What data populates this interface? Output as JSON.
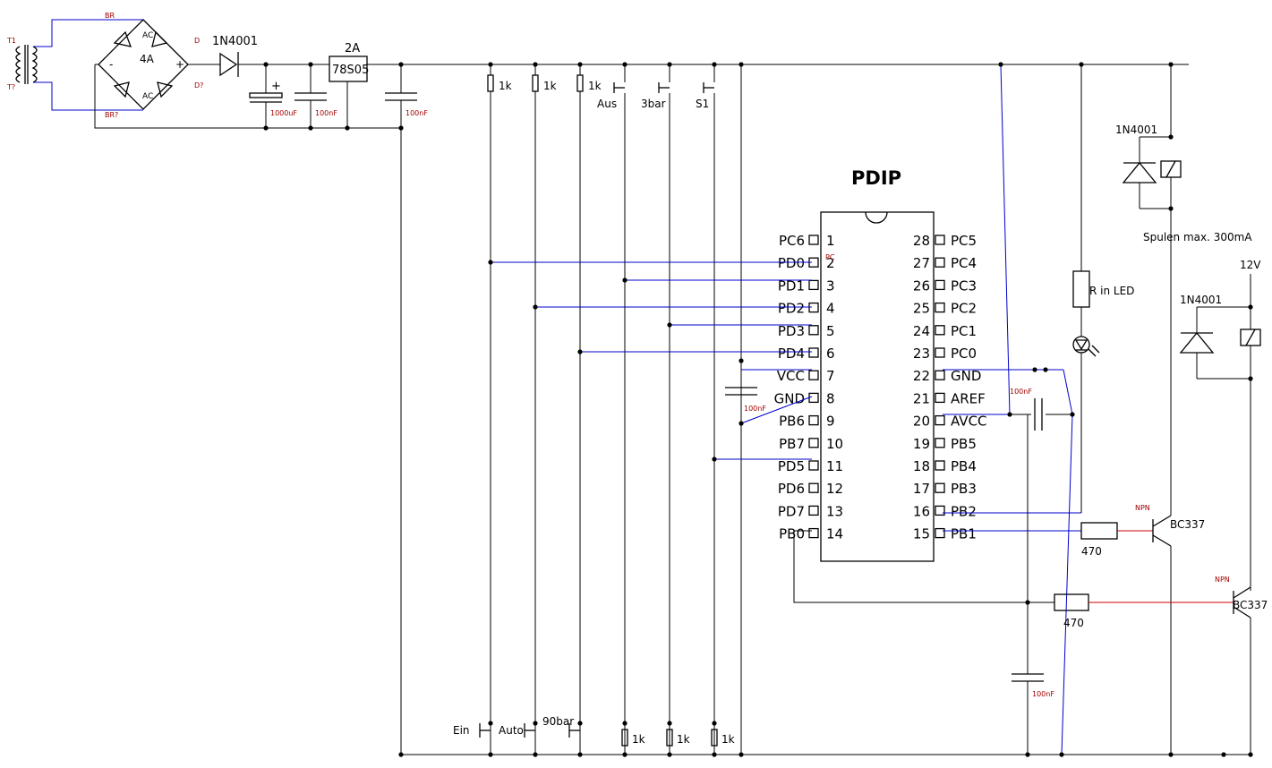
{
  "title": "PDIP",
  "labels": {
    "transformer": "T1",
    "transformer_sec": "T?",
    "bridge_top": "BR",
    "bridge_bottom": "BR?",
    "bridge_current": "4A",
    "ac1": "AC",
    "ac2": "AC",
    "minus": "-",
    "plus": "+",
    "d1": "D",
    "d2": "D?",
    "diode_main": "1N4001",
    "cap_elec_plus": "+",
    "cap_elec": "1000uF",
    "cap1": "100nF",
    "regulator": "78S05",
    "regulator_current": "2A",
    "cap2": "100nF",
    "r_top": [
      "1k",
      "1k",
      "1k"
    ],
    "sw_top": [
      "Aus",
      "3bar",
      "S1"
    ],
    "sw_bottom": [
      "Ein",
      "Auto",
      "90bar"
    ],
    "r_bottom": [
      "1k",
      "1k",
      "1k"
    ],
    "cap_vcc": "100nF",
    "cap_aref": "100nF",
    "cap_bottom": "100nF",
    "r_led": "R in LED",
    "r_base1": "470",
    "r_base2": "470",
    "npn1": "NPN",
    "npn1_type": "BC337",
    "npn2": "NPN",
    "npn2_type": "BC337",
    "relay_diode1": "1N4001",
    "relay_diode2": "1N4001",
    "coil_note": "Spulen max. 300mA",
    "supply_12v": "12V",
    "pin_marker": "PC"
  },
  "ic": {
    "left_pins": [
      {
        "name": "PC6",
        "num": "1"
      },
      {
        "name": "PD0",
        "num": "2"
      },
      {
        "name": "PD1",
        "num": "3"
      },
      {
        "name": "PD2",
        "num": "4"
      },
      {
        "name": "PD3",
        "num": "5"
      },
      {
        "name": "PD4",
        "num": "6"
      },
      {
        "name": "VCC",
        "num": "7"
      },
      {
        "name": "GND",
        "num": "8"
      },
      {
        "name": "PB6",
        "num": "9"
      },
      {
        "name": "PB7",
        "num": "10"
      },
      {
        "name": "PD5",
        "num": "11"
      },
      {
        "name": "PD6",
        "num": "12"
      },
      {
        "name": "PD7",
        "num": "13"
      },
      {
        "name": "PB0",
        "num": "14"
      }
    ],
    "right_pins": [
      {
        "name": "PC5",
        "num": "28"
      },
      {
        "name": "PC4",
        "num": "27"
      },
      {
        "name": "PC3",
        "num": "26"
      },
      {
        "name": "PC2",
        "num": "25"
      },
      {
        "name": "PC1",
        "num": "24"
      },
      {
        "name": "PC0",
        "num": "23"
      },
      {
        "name": "GND",
        "num": "22"
      },
      {
        "name": "AREF",
        "num": "21"
      },
      {
        "name": "AVCC",
        "num": "20"
      },
      {
        "name": "PB5",
        "num": "19"
      },
      {
        "name": "PB4",
        "num": "18"
      },
      {
        "name": "PB3",
        "num": "17"
      },
      {
        "name": "PB2",
        "num": "16"
      },
      {
        "name": "PB1",
        "num": "15"
      }
    ]
  }
}
